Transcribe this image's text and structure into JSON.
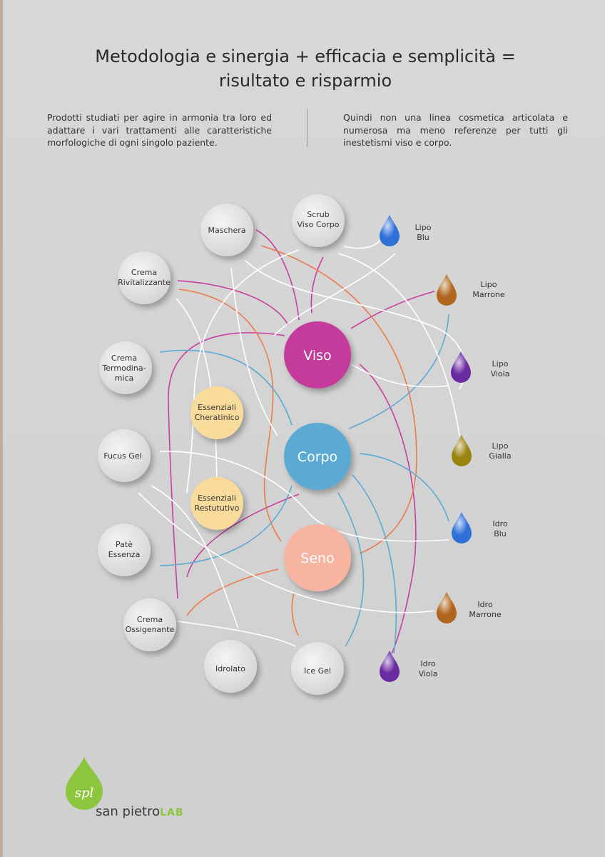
{
  "title": {
    "line1": "Metodologia e sinergia + efficacia e semplicità =",
    "line2": "risultato e risparmio"
  },
  "intro": {
    "left": "Prodotti studiati per agire in armonia tra loro ed adattare i vari trattamenti alle caratteristiche morfologiche di ogni singolo paziente.",
    "right": "Quindi non una linea cosmetica articolata e numerosa ma meno referenze per tutti gli inestetismi viso e corpo."
  },
  "colors": {
    "viso": "#c43a9c",
    "corpo": "#5aaad3",
    "seno": "#f7b4a0",
    "essenziali": "#f9dc9c",
    "product": "#e3e3e3",
    "line_magenta": "#c93fa0",
    "line_orange": "#ec7a4a",
    "line_blue": "#5aaad3",
    "line_white": "#ffffff",
    "brand_green": "#8cc63f"
  },
  "core": [
    {
      "id": "viso",
      "label": "Viso"
    },
    {
      "id": "corpo",
      "label": "Corpo"
    },
    {
      "id": "seno",
      "label": "Seno"
    }
  ],
  "essenziali": [
    {
      "id": "ess-cher",
      "lines": [
        "Essenziali",
        "Cheratinico"
      ]
    },
    {
      "id": "ess-rest",
      "lines": [
        "Essenziali",
        "Restututivo"
      ]
    }
  ],
  "products": [
    {
      "id": "maschera",
      "lines": [
        "Maschera"
      ]
    },
    {
      "id": "scrub",
      "lines": [
        "Scrub",
        "Viso Corpo"
      ]
    },
    {
      "id": "crema-riv",
      "lines": [
        "Crema",
        "Rivitalizzante"
      ]
    },
    {
      "id": "crema-term",
      "lines": [
        "Crema",
        "Termodina-",
        "mica"
      ]
    },
    {
      "id": "fucus",
      "lines": [
        "Fucus Gel"
      ]
    },
    {
      "id": "pate",
      "lines": [
        "Patè",
        "Essenza"
      ]
    },
    {
      "id": "crema-oss",
      "lines": [
        "Crema",
        "Ossigenante"
      ]
    },
    {
      "id": "idrolato",
      "lines": [
        "Idrolato"
      ]
    },
    {
      "id": "ice",
      "lines": [
        "Ice Gel"
      ]
    }
  ],
  "drops": [
    {
      "id": "lipo-blu",
      "lines": [
        "Lipo",
        "Blu"
      ],
      "color": "#2f6fd8"
    },
    {
      "id": "lipo-marrone",
      "lines": [
        "Lipo",
        "Marrone"
      ],
      "color": "#b0661e"
    },
    {
      "id": "lipo-viola",
      "lines": [
        "Lipo",
        "Viola"
      ],
      "color": "#6a2aa0"
    },
    {
      "id": "lipo-gialla",
      "lines": [
        "Lipo",
        "Gialla"
      ],
      "color": "#9a8410"
    },
    {
      "id": "idro-blu",
      "lines": [
        "Idro",
        "Blu"
      ],
      "color": "#2f6fd8"
    },
    {
      "id": "idro-marrone",
      "lines": [
        "Idro",
        "Marrone"
      ],
      "color": "#b0661e"
    },
    {
      "id": "idro-viola",
      "lines": [
        "Idro",
        "Viola"
      ],
      "color": "#6a2aa0"
    }
  ],
  "brand": {
    "logo_text": "spl",
    "name": "san pietro",
    "suffix": "LAB"
  }
}
